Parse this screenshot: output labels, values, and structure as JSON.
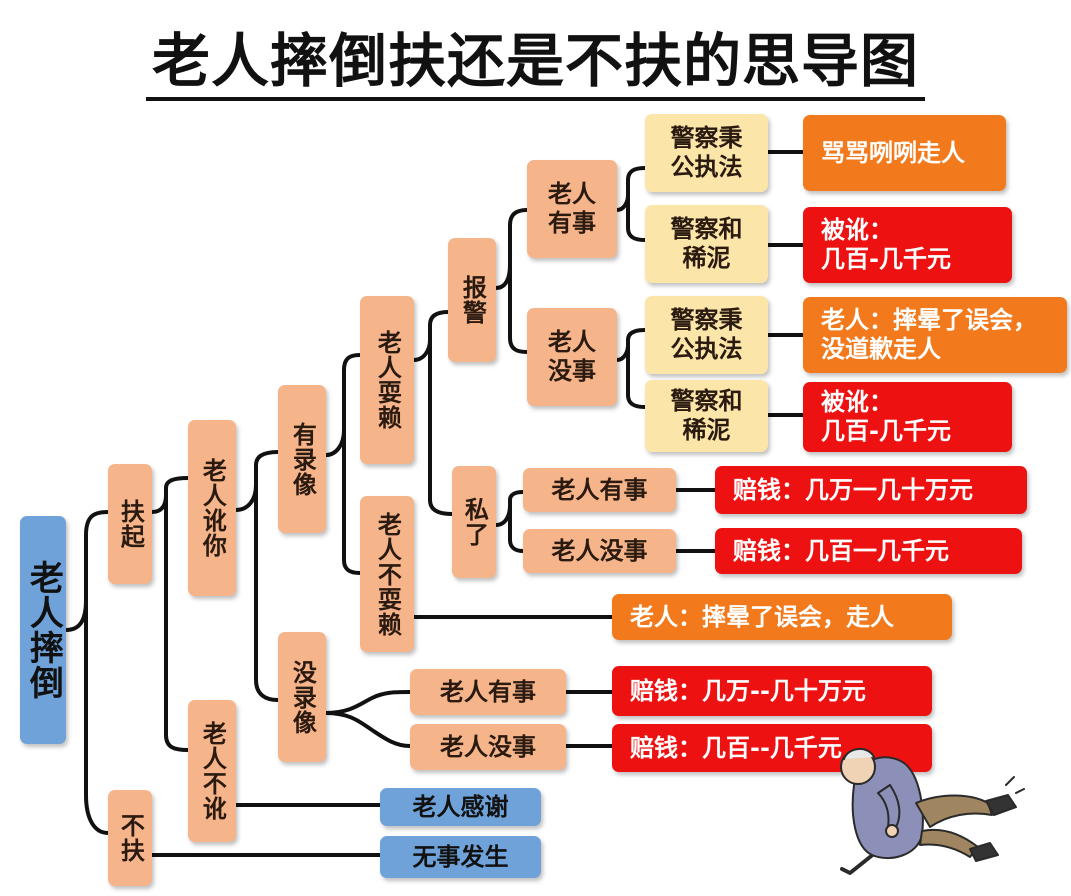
{
  "title": "老人摔倒扶还是不扶的思导图",
  "colors": {
    "line": "#111111",
    "peach": "#f5b48a",
    "cream": "#fbe5a8",
    "orange": "#f27a1c",
    "red": "#ee1111",
    "blue": "#6ea2d8"
  },
  "nodes": {
    "root": "老人摔倒",
    "help": "扶起",
    "no_help": "不扶",
    "blamed": "老人讹你",
    "not_blamed": "老人不讹",
    "has_video": "有录像",
    "no_video": "没录像",
    "elder_cheat": "老人耍赖",
    "elder_no_cheat": "老人不耍赖",
    "report": "报警",
    "private": "私了",
    "report_injured": "老人\n有事",
    "report_uninjured": "老人\n没事",
    "police_fair_1": "警察秉\n公执法",
    "police_mud_1": "警察和\n稀泥",
    "police_fair_2": "警察秉\n公执法",
    "police_mud_2": "警察和\n稀泥",
    "private_injured": "老人有事",
    "private_uninjured": "老人没事",
    "novideo_injured": "老人有事",
    "novideo_uninjured": "老人没事",
    "elder_thanks": "老人感谢",
    "nothing": "无事发生"
  },
  "outcomes": {
    "curse_leave": "骂骂咧咧走人",
    "extort_1": "被讹：\n几百-几千元",
    "dizzy_leave_noapology": "老人：摔晕了误会，\n没道歉走人",
    "extort_2": "被讹：\n几百-几千元",
    "pay_big_1": "赔钱：几万一几十万元",
    "pay_small_1": "赔钱：几百一几千元",
    "dizzy_leave": "老人：摔晕了误会，走人",
    "pay_big_2": "赔钱：几万--几十万元",
    "pay_small_2": "赔钱：几百--几千元"
  }
}
